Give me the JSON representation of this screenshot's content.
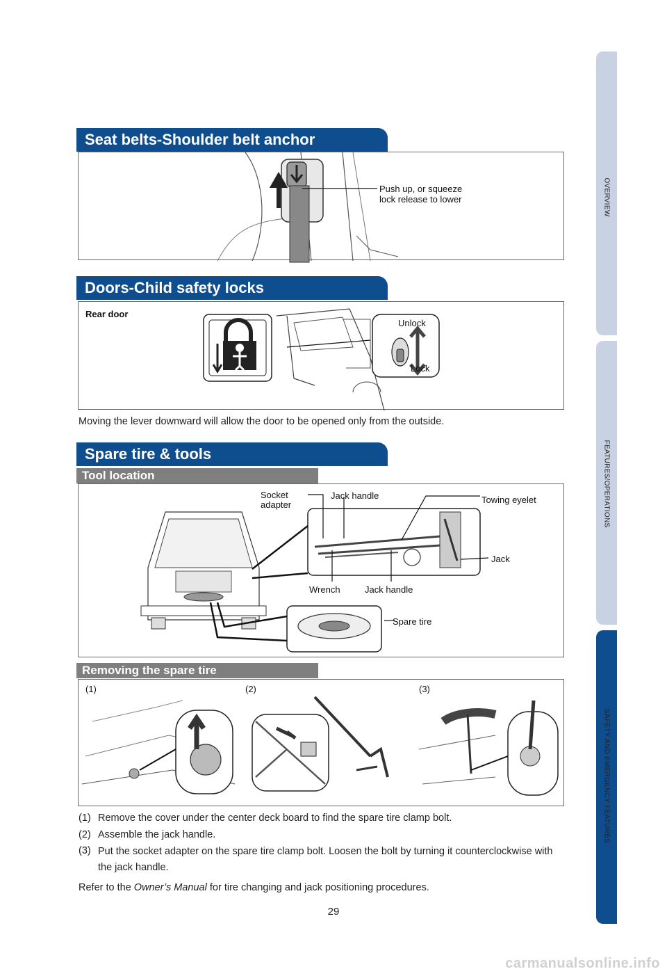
{
  "side_tabs": [
    {
      "label": "OVERVIEW"
    },
    {
      "label": "FEATURES/OPERATIONS"
    },
    {
      "label": "SAFETY AND EMERGENCY FEATURES"
    }
  ],
  "sections": {
    "seat_belts": {
      "title": "Seat belts-Shoulder belt anchor",
      "callout": [
        "Push up, or squeeze",
        "lock release to lower"
      ]
    },
    "child_locks": {
      "title": "Doors-Child safety locks",
      "label": "Rear door",
      "unlock": "Unlock",
      "lock": "Lock",
      "caption": "Moving the lever downward will allow the door to be opened only from the outside."
    },
    "spare_tire": {
      "title": "Spare tire & tools",
      "tool_location": {
        "title": "Tool location",
        "socket_adapter": [
          "Socket",
          "adapter"
        ],
        "jack_handle_top": "Jack handle",
        "towing_eyelet": "Towing eyelet",
        "jack": "Jack",
        "wrench": "Wrench",
        "jack_handle_bottom": "Jack handle",
        "spare_tire": "Spare tire"
      },
      "removing": {
        "title": "Removing the spare tire",
        "step_labels": [
          "(1)",
          "(2)",
          "(3)"
        ]
      },
      "steps": [
        {
          "num": "(1)",
          "text": "Remove the cover under the center deck board to find the spare tire clamp bolt."
        },
        {
          "num": "(2)",
          "text": "Assemble the jack handle."
        },
        {
          "num": "(3)",
          "text": "Put the socket adapter on the spare tire clamp bolt. Loosen the bolt by turning it counterclockwise with the jack handle."
        }
      ],
      "refer": {
        "before": "Refer to the ",
        "manual": "Owner’s Manual",
        "after": " for tire changing and jack positioning procedures."
      }
    }
  },
  "page_number": "29",
  "watermark": "carmanualsonline.info",
  "colors": {
    "header_blue": "#0e4d8e",
    "subheader_gray": "#7f7f7f",
    "tab_light": "#c9d2e3"
  }
}
